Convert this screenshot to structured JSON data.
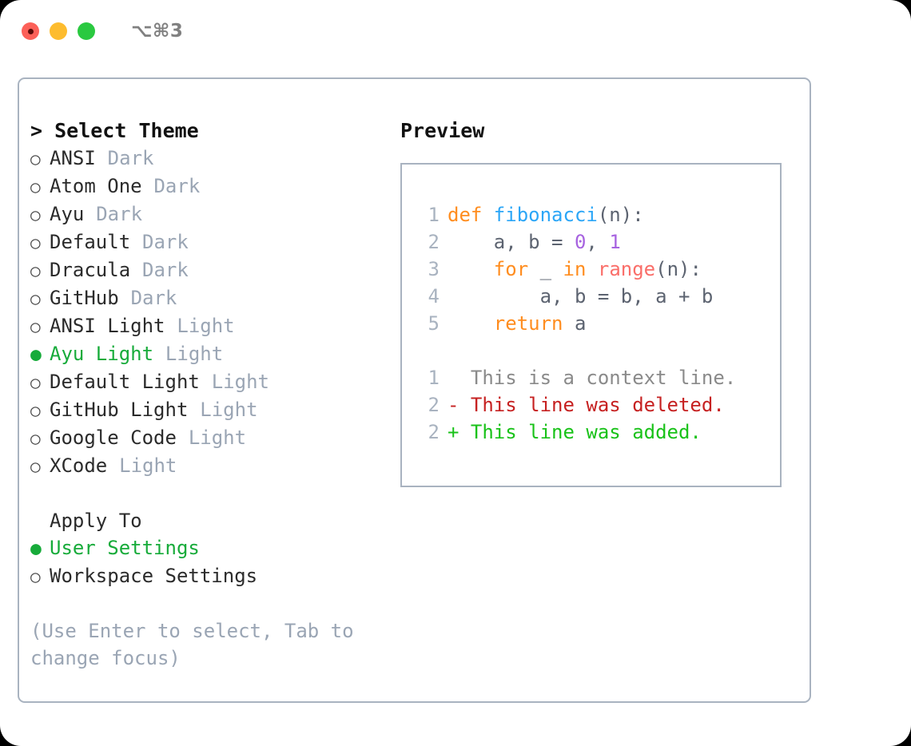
{
  "titlebar": {
    "shortcut": "⌥⌘3",
    "buttons": [
      {
        "name": "close",
        "color": "#fc6058"
      },
      {
        "name": "minimize",
        "color": "#fdbc2e"
      },
      {
        "name": "maximize",
        "color": "#2ac940"
      }
    ]
  },
  "theme_picker": {
    "header": "> Select Theme",
    "selected_glyph": "●",
    "unselected_glyph": "○",
    "options": [
      {
        "label": "ANSI",
        "tag": "Dark",
        "selected": false
      },
      {
        "label": "Atom One",
        "tag": "Dark",
        "selected": false
      },
      {
        "label": "Ayu",
        "tag": "Dark",
        "selected": false
      },
      {
        "label": "Default",
        "tag": "Dark",
        "selected": false
      },
      {
        "label": "Dracula",
        "tag": "Dark",
        "selected": false
      },
      {
        "label": "GitHub",
        "tag": "Dark",
        "selected": false
      },
      {
        "label": "ANSI Light",
        "tag": "Light",
        "selected": false
      },
      {
        "label": "Ayu Light",
        "tag": "Light",
        "selected": true
      },
      {
        "label": "Default Light",
        "tag": "Light",
        "selected": false
      },
      {
        "label": "GitHub Light",
        "tag": "Light",
        "selected": false
      },
      {
        "label": "Google Code",
        "tag": "Light",
        "selected": false
      },
      {
        "label": "XCode",
        "tag": "Light",
        "selected": false
      }
    ]
  },
  "apply_to": {
    "header": "Apply To",
    "options": [
      {
        "label": "User Settings",
        "selected": true
      },
      {
        "label": "Workspace Settings",
        "selected": false
      }
    ]
  },
  "hint": "(Use Enter to select, Tab to change focus)",
  "preview": {
    "header": "Preview",
    "code_lines": [
      {
        "lineno": "1",
        "tokens": [
          {
            "text": "def ",
            "style": "kw"
          },
          {
            "text": "fibonacci",
            "style": "fn"
          },
          {
            "text": "(n):",
            "style": "plain"
          }
        ]
      },
      {
        "lineno": "2",
        "tokens": [
          {
            "text": "    a, b = ",
            "style": "plain"
          },
          {
            "text": "0",
            "style": "num"
          },
          {
            "text": ", ",
            "style": "plain"
          },
          {
            "text": "1",
            "style": "num"
          }
        ]
      },
      {
        "lineno": "3",
        "tokens": [
          {
            "text": "    ",
            "style": "plain"
          },
          {
            "text": "for",
            "style": "kw"
          },
          {
            "text": " _ ",
            "style": "plain"
          },
          {
            "text": "in",
            "style": "kw"
          },
          {
            "text": " ",
            "style": "plain"
          },
          {
            "text": "range",
            "style": "bi"
          },
          {
            "text": "(n):",
            "style": "plain"
          }
        ]
      },
      {
        "lineno": "4",
        "tokens": [
          {
            "text": "        a, b = b, a + b",
            "style": "plain"
          }
        ]
      },
      {
        "lineno": "5",
        "tokens": [
          {
            "text": "    ",
            "style": "plain"
          },
          {
            "text": "return",
            "style": "kw"
          },
          {
            "text": " a",
            "style": "plain"
          }
        ]
      }
    ],
    "diff_lines": [
      {
        "lineno": "1",
        "marker": " ",
        "text": "  This is a context line.",
        "kind": "diff-ctx"
      },
      {
        "lineno": "2",
        "marker": " ",
        "text": "- This line was deleted.",
        "kind": "diff-del"
      },
      {
        "lineno": "2",
        "marker": " ",
        "text": "+ This line was added.",
        "kind": "diff-add"
      }
    ]
  },
  "colors": {
    "accent_green": "#17ab3a",
    "muted": "#9aa5b4",
    "border": "#a9b3c0",
    "keyword": "#ff8d1f",
    "function": "#2ba6f7",
    "number": "#a763e0",
    "builtin": "#fa6e69",
    "diff_deleted": "#c62121",
    "diff_added": "#19c219"
  }
}
